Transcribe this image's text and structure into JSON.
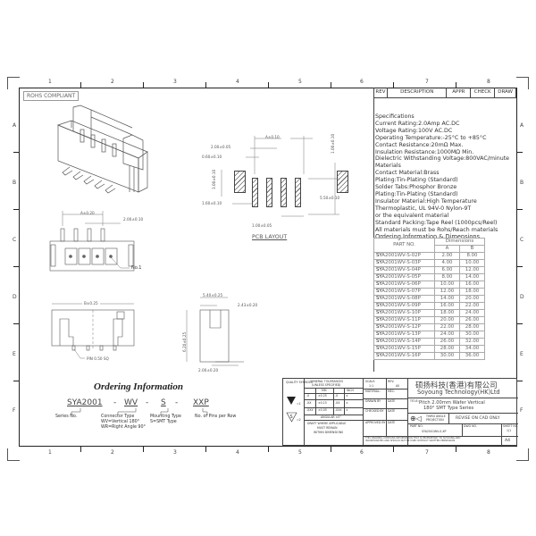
{
  "drawing": {
    "rohs_label": "ROHS COMPLIANT",
    "column_zones": [
      "1",
      "2",
      "3",
      "4",
      "5",
      "6",
      "7",
      "8"
    ],
    "row_zones": [
      "A",
      "B",
      "C",
      "D",
      "E",
      "F"
    ]
  },
  "revision_table": {
    "headers": [
      "REV",
      "DESCRIPTION",
      "APPR",
      "CHECK",
      "DRAW"
    ]
  },
  "specifications": {
    "lines": [
      "Specifications",
      "Current Rating:2.0Amp AC.DC",
      "Voltage Rating:100V AC.DC",
      "Operating Temperature:-25°C to +85°C",
      "Contact Resistance:20mΩ Max.",
      "Insulation Resistance:1000MΩ Min.",
      "Dielectric Withstanding Voltage:800VAC/minute",
      "Materials",
      "Contact Material:Brass",
      "Plating:Tin-Plating (Standard)",
      "Solder Tabs:Phosphor Bronze",
      "Plating:Tin-Plating (Standard)",
      "Insulator Material:High Temperature",
      "Thermoplastic, UL 94V-0 Nylon-9T",
      "or the equivalent material",
      "Standard Packing:Tape Reel (1000pcs/Reel)",
      "All materials must be Rohs/Reach materials",
      "Ordering Information & Dimensions"
    ]
  },
  "dimensions_table": {
    "header_part": "PART NO.",
    "header_group": "Dimensions",
    "header_a": "A",
    "header_b": "B",
    "rows": [
      {
        "prefix": "SY",
        "part": "A2001WV-S-02P",
        "a": "2.00",
        "b": "8.00"
      },
      {
        "prefix": "SY",
        "part": "A2001WV-S-03P",
        "a": "4.00",
        "b": "10.00"
      },
      {
        "prefix": "SY",
        "part": "A2001WV-S-04P",
        "a": "6.00",
        "b": "12.00"
      },
      {
        "prefix": "SY",
        "part": "A2001WV-S-05P",
        "a": "8.00",
        "b": "14.00"
      },
      {
        "prefix": "SY",
        "part": "A2001WV-S-06P",
        "a": "10.00",
        "b": "16.00"
      },
      {
        "prefix": "SY",
        "part": "A2001WV-S-07P",
        "a": "12.00",
        "b": "18.00"
      },
      {
        "prefix": "SY",
        "part": "A2001WV-S-08P",
        "a": "14.00",
        "b": "20.00"
      },
      {
        "prefix": "SY",
        "part": "A2001WV-S-09P",
        "a": "16.00",
        "b": "22.00"
      },
      {
        "prefix": "SY",
        "part": "A2001WV-S-10P",
        "a": "18.00",
        "b": "24.00"
      },
      {
        "prefix": "SY",
        "part": "A2001WV-S-11P",
        "a": "20.00",
        "b": "26.00"
      },
      {
        "prefix": "SY",
        "part": "A2001WV-S-12P",
        "a": "22.00",
        "b": "28.00"
      },
      {
        "prefix": "SY",
        "part": "A2001WV-S-13P",
        "a": "24.00",
        "b": "30.00"
      },
      {
        "prefix": "SY",
        "part": "A2001WV-S-14P",
        "a": "26.00",
        "b": "32.00"
      },
      {
        "prefix": "SY",
        "part": "A2001WV-S-15P",
        "a": "28.00",
        "b": "34.00"
      },
      {
        "prefix": "SY",
        "part": "A2001WV-S-16P",
        "a": "30.00",
        "b": "36.00"
      }
    ]
  },
  "pcb_layout": {
    "label": "PCB LAYOUT",
    "dim_a": "A±0.10",
    "dim_pitch": "2.00±0.05",
    "dim_060": "0.60±0.10",
    "dim_300": "3.00±0.10",
    "dim_160": "1.60±0.10",
    "dim_100w": "1.00±0.05",
    "dim_100v": "1.00±0.10",
    "dim_550": "5.50±0.10"
  },
  "front_view": {
    "dim_a": "A±0.20",
    "dim_pitch": "2.00±0.10",
    "pin1_label": "No.1"
  },
  "bottom_view": {
    "dim_b": "B±0.25",
    "pin_label": "PIN 0.50 SQ"
  },
  "side_view": {
    "dim_540": "5.40±0.25",
    "dim_243": "2.43±0.20",
    "dim_620": "6.20±0.25",
    "dim_200": "2.00±0.20"
  },
  "ordering": {
    "title": "Ordering Information",
    "codes": [
      "SYA2001",
      "-",
      "WV",
      "-",
      "S",
      "-",
      "XXP"
    ],
    "captions": {
      "series": "Series No.",
      "connector": [
        "Connector Type",
        "WV=Vertical 180°",
        "WR=Right Angle 90°"
      ],
      "mounting": [
        "Mounting Type",
        "S=SMT Type"
      ],
      "pins": "No. of Pins per Row"
    }
  },
  "title_block": {
    "quality_symbols": "QUALITY SYMBOLS",
    "general_tolerances": "GENERAL TOLERANCES",
    "unless_specified": "(UNLESS SPECIFIED)",
    "mm": "MM",
    "inch": "INCH",
    "tol_rows": [
      {
        "k": ".X",
        "mm": "±0.25",
        "ik": ".X",
        "in": "±"
      },
      {
        "k": ".XX",
        "mm": "±0.15",
        "ik": ".XX",
        "in": "±"
      },
      {
        "k": ".XXX",
        "mm": "±0.05",
        "ik": ".XXX",
        "in": "±"
      }
    ],
    "angular": "ANGULAR ±5°",
    "draft_note": [
      "DRAFT WHERE APPLICABLE",
      "MUST REMAIN",
      "WITHIN DIMENSIONS"
    ],
    "symbol1_suffix": "=1",
    "symbol2_suffix": "=2",
    "scale_label": "SCALE:",
    "scale_value": "1:1",
    "rev_label": "REV:",
    "rev_value": "A0",
    "material_label": "MATERIAL:",
    "mec_label": "MEC:",
    "drawn_by": "DRAWN BY",
    "checked_by": "CHECKED BY",
    "approved_by": "APPROVED BY",
    "date": "DATE",
    "company_cn": "硕扬科技(香港)有限公司",
    "company_en": "Soyoung Technology(HK)Ltd",
    "title_label": "TITLE:",
    "title_line1": "Pitch 2.00mm Wafer Vertical",
    "title_line2": "180° SMT Type Series",
    "projection": [
      "THIRD ANGLE",
      "PROJECTION"
    ],
    "revise_note": "REVISE ON CAD ONLY",
    "part_no_label": "PART NO.",
    "part_no_value": "SYA2001WV-S-XP",
    "dwg_no_label": "DWG NO.",
    "sheet_no_label": "SHEET NO.",
    "sheet_no_value": "1/1",
    "confidential": [
      "THIS DRAWING CONTAINS INFORMATION THAT IS PROPRIETARY TO SOYOUNG AND",
      "INCORPORATED AND SHOULD NOT BE USED WITHOUT WRITTEN PERMISSION"
    ],
    "paper_size": "A4"
  }
}
